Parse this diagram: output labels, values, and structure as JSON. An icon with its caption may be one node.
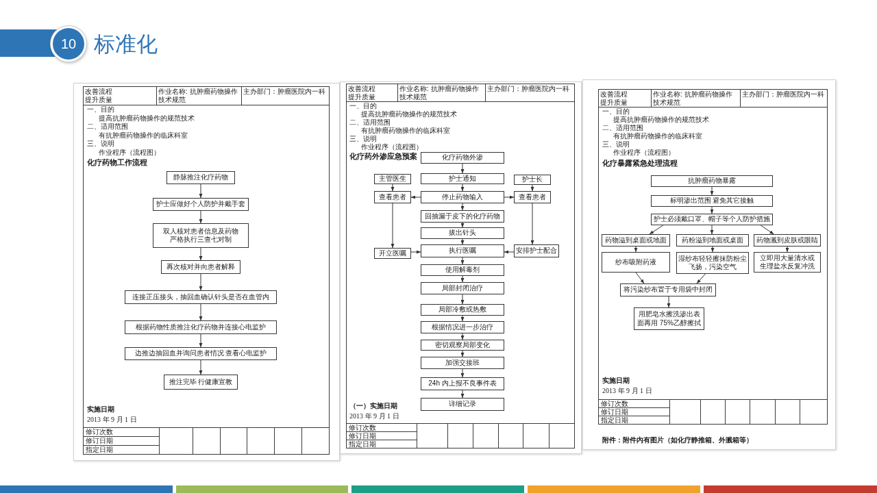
{
  "diagram": {
    "title": "标准化",
    "nodes": [
      {
        "text": [
          "静脉推注化疗药物"
        ]
      },
      {
        "text": [
          "护士应做好个人防护并戴手套"
        ]
      },
      {
        "text": [
          "双人核对患者信息及药物严格执行三查七对制"
        ]
      },
      {
        "text": [
          "再次核对并向患者解释"
        ]
      },
      {
        "text": [
          "连接正压接头，抽回血确认针头是否在血管内"
        ]
      },
      {
        "text": [
          "根据药物性质推注化疗药物并连接心电监护"
        ]
      },
      {
        "text": [
          "边推边抽回血并询问患者情况 查看心电监护"
        ]
      },
      {
        "text": [
          "推注完毕 行健康宣教"
        ]
      },
      {
        "text": [
          "化疗药物外渗"
        ]
      },
      {
        "text": [
          "主管医生"
        ]
      },
      {
        "text": [
          "护士通知"
        ]
      },
      {
        "text": [
          "护士长"
        ]
      },
      {
        "text": [
          "查看患者"
        ]
      },
      {
        "text": [
          "停止药物输入"
        ]
      },
      {
        "text": [
          "查看患者"
        ]
      },
      {
        "text": [
          "回抽漏于皮下的化疗药物"
        ]
      },
      {
        "text": [
          "拔出针头"
        ]
      },
      {
        "text": [
          "开立医嘱"
        ]
      },
      {
        "text": [
          "执行医嘱"
        ]
      },
      {
        "text": [
          "安排护士配合"
        ]
      },
      {
        "text": [
          "使用解毒剂"
        ]
      },
      {
        "text": [
          "局部封闭治疗"
        ]
      },
      {
        "text": [
          "局部冷敷或热敷"
        ]
      },
      {
        "text": [
          "根据情况进一步治疗"
        ]
      },
      {
        "text": [
          "密切观察局部变化"
        ]
      },
      {
        "text": [
          "加强交接班"
        ]
      },
      {
        "text": [
          "24h 内上报不良事件表"
        ]
      },
      {
        "text": [
          "详细记录"
        ]
      },
      {
        "text": [
          "抗肿瘤药物暴露"
        ]
      },
      {
        "text": [
          "标明渗出范围 避免其它接触"
        ]
      },
      {
        "text": [
          "护士必须戴口罩、帽子等个人防护措施"
        ]
      },
      {
        "text": [
          "药物溢到桌面或地面"
        ]
      },
      {
        "text": [
          "药粉溢到地面或桌面"
        ]
      },
      {
        "text": [
          "药物溅到皮肤或眼睛"
        ]
      },
      {
        "text": [
          "纱布吸附药液"
        ]
      },
      {
        "text": [
          "湿纱布轻轻擦抹防粉尘飞扬，污染空气"
        ]
      },
      {
        "text": [
          "立即用大量清水或生理盐水反复冲洗"
        ]
      },
      {
        "text": [
          "将污染纱布置于专用袋中封闭"
        ]
      },
      {
        "text": [
          "用肥皂水擦洗渗出表面再用 75%乙醇擦拭"
        ]
      }
    ],
    "edges": [
      {
        "from": 0,
        "to": 1,
        "arrow": "to"
      },
      {
        "from": 1,
        "to": 2,
        "arrow": "to"
      },
      {
        "from": 2,
        "to": 3,
        "arrow": "to"
      },
      {
        "from": 3,
        "to": 4,
        "arrow": "to"
      },
      {
        "from": 4,
        "to": 5,
        "arrow": "to"
      },
      {
        "from": 5,
        "to": 6,
        "arrow": "to"
      },
      {
        "from": 6,
        "to": 7,
        "arrow": "to"
      },
      {
        "from": 8,
        "to": 10,
        "arrow": "to"
      },
      {
        "from": 9,
        "to": 12,
        "arrow": "to"
      },
      {
        "from": 11,
        "to": 14,
        "arrow": "to"
      },
      {
        "from": 10,
        "to": 13,
        "arrow": "to"
      },
      {
        "from": 13,
        "to": 12,
        "arrow": "to"
      },
      {
        "from": 13,
        "to": 14,
        "arrow": "to"
      },
      {
        "from": 13,
        "to": 15,
        "arrow": "to"
      },
      {
        "from": 15,
        "to": 16,
        "arrow": "to"
      },
      {
        "from": 16,
        "to": 18,
        "arrow": "to"
      },
      {
        "from": 12,
        "to": 17,
        "arrow": "to"
      },
      {
        "from": 17,
        "to": 18,
        "arrow": "to"
      },
      {
        "from": 14,
        "to": 19,
        "arrow": "to"
      },
      {
        "from": 19,
        "to": 18,
        "arrow": "to"
      },
      {
        "from": 18,
        "to": 20,
        "arrow": "to"
      },
      {
        "from": 20,
        "to": 21,
        "arrow": "to"
      },
      {
        "from": 21,
        "to": 22,
        "arrow": "to"
      },
      {
        "from": 22,
        "to": 23,
        "arrow": "to"
      },
      {
        "from": 23,
        "to": 24,
        "arrow": "to"
      },
      {
        "from": 24,
        "to": 25,
        "arrow": "to"
      },
      {
        "from": 25,
        "to": 26,
        "arrow": "to"
      },
      {
        "from": 26,
        "to": 27,
        "arrow": "to"
      },
      {
        "from": 28,
        "to": 29,
        "arrow": "to"
      },
      {
        "from": 29,
        "to": 30,
        "arrow": "to"
      },
      {
        "from": 30,
        "to": 31,
        "arrow": "to"
      },
      {
        "from": 30,
        "to": 32,
        "arrow": "to"
      },
      {
        "from": 30,
        "to": 33,
        "arrow": "to"
      },
      {
        "from": 31,
        "to": 34,
        "arrow": "to"
      },
      {
        "from": 32,
        "to": 35,
        "arrow": "to"
      },
      {
        "from": 33,
        "to": 36,
        "arrow": "to"
      },
      {
        "from": 34,
        "to": 37,
        "arrow": "to"
      },
      {
        "from": 35,
        "to": 37,
        "arrow": "to"
      },
      {
        "from": 37,
        "to": 38,
        "arrow": "to"
      }
    ],
    "labels": [
      "10",
      "改善流程提升质量",
      "作业名称: 抗肿瘤药物操作技术规范",
      "主办部门：肿瘤医院内一科",
      "一、目的",
      "提高抗肿瘤药物操作的规范技术",
      "二、适用范围",
      "有抗肿瘤药物操作的临床科室",
      "三、说明",
      "作业程序（流程图）",
      "化疗药物工作流程",
      "实施日期",
      "2013 年 9 月 1 日",
      "修订次数",
      "修订日期",
      "指定日期",
      "改善流程提升质量",
      "作业名称: 抗肿瘤药物操作技术规范",
      "主办部门：肿瘤医院内一科",
      "一、目的",
      "提高抗肿瘤药物操作的规范技术",
      "二、适用范围",
      "有抗肿瘤药物操作的临床科室",
      "三、说明",
      "作业程序（流程图）",
      "化疗药外渗应急预案",
      "（一）实施日期",
      "2013 年 9 月 1 日",
      "修订次数",
      "修订日期",
      "指定日期",
      "改善流程提升质量",
      "作业名称: 抗肿瘤药物操作技术规范",
      "主办部门：肿瘤医院内一科",
      "一、目的",
      "提高抗肿瘤药物操作的规范技术",
      "二、适用范围",
      "有抗肿瘤药物操作的临床科室",
      "三、说明",
      "作业程序（流程图）",
      "化疗暴露紧急处理流程",
      "实施日期",
      "2013 年 9 月 1 日",
      "修订次数",
      "修订日期",
      "指定日期",
      "附件：附件内有图片（如化疗静推箱、外溅箱等）"
    ]
  }
}
